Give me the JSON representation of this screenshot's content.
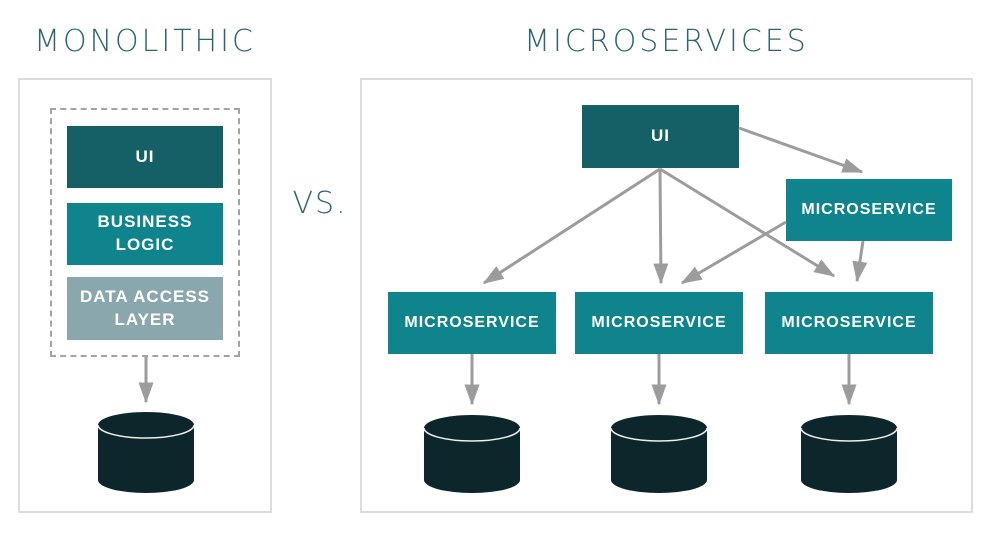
{
  "colors": {
    "dark_teal": "#155f66",
    "teal": "#10848c",
    "gray_blue": "#8aa7ae",
    "cylinder": "#0d262b",
    "arrow": "#9c9c9c",
    "title_text": "#2d6472",
    "panel_border": "#dcdcdd",
    "dashed_border": "#a3a3a3",
    "label_text": "#ffffff"
  },
  "comparison": {
    "vs_label": "VS."
  },
  "monolithic": {
    "title": "MONOLITHIC",
    "layers": [
      {
        "name": "ui",
        "lines": [
          "UI"
        ]
      },
      {
        "name": "business-logic",
        "lines": [
          "BUSINESS",
          "LOGIC"
        ]
      },
      {
        "name": "data-access-layer",
        "lines": [
          "DATA ACCESS",
          "LAYER"
        ]
      }
    ]
  },
  "microservices": {
    "title": "MICROSERVICES",
    "ui_label": "UI",
    "services": {
      "top": "MICROSERVICE",
      "left": "MICROSERVICE",
      "middle": "MICROSERVICE",
      "right": "MICROSERVICE"
    }
  }
}
